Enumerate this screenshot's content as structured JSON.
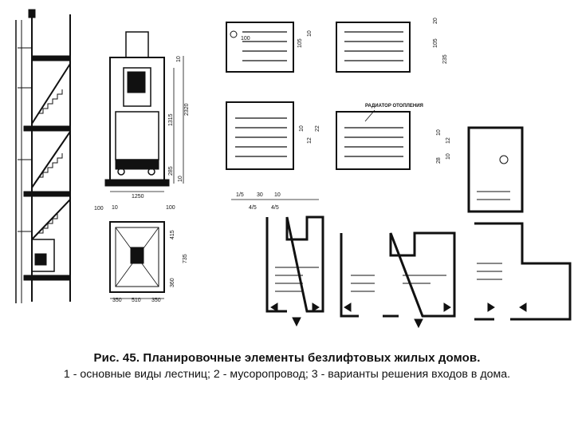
{
  "figure": {
    "garbage_chute_dims": {
      "top_width": "1250",
      "top_left_a": "100",
      "top_left_b": "10",
      "top_right": "100",
      "right_top": "10",
      "right_1": "1315",
      "right_2": "2320",
      "right_3": "285",
      "right_4": "10",
      "bottom_w1": "350",
      "bottom_w2": "510",
      "bottom_w3": "350",
      "bottom_r1": "415",
      "bottom_r2": "735",
      "bottom_r3": "360"
    },
    "stair_dims": {
      "a1": "100",
      "a2": "105",
      "a3": "10",
      "a4": "20",
      "a5": "105",
      "a6": "235",
      "b1": "10",
      "b2": "12",
      "b3": "22",
      "c1": "10",
      "c2": "12",
      "c3": "28",
      "c4": "10",
      "d1": "1/5",
      "d2": "30",
      "d3": "10",
      "d4": "4/5",
      "d5": "4/5"
    },
    "radiator_label": "РАДИАТОР ОТОПЛЕНИЯ"
  },
  "caption": {
    "title": "Рис. 45. Планировочные элементы безлифтовых жилых домов.",
    "text": "1 - основные виды лестниц; 2 - мусоропровод; 3 - варианты решения входов в дома."
  }
}
